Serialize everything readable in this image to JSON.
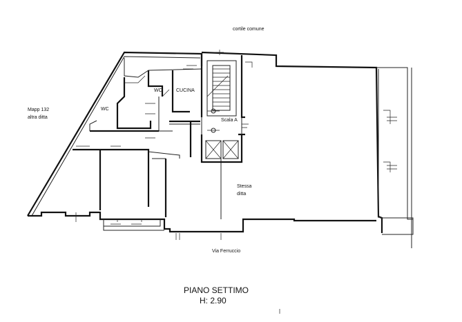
{
  "labels": {
    "cortile": "cortile comune",
    "mapp_line1": "Mapp 132",
    "mapp_line2": "altra ditta",
    "wc1": "WC",
    "wc2": "WC",
    "cucina": "CUCINA",
    "scala": "Scala A",
    "stessa_line1": "Stessa",
    "stessa_line2": "ditta",
    "via": "Via Ferruccio"
  },
  "footer": {
    "title": "PIANO SETTIMO",
    "height": "H: 2.90"
  }
}
